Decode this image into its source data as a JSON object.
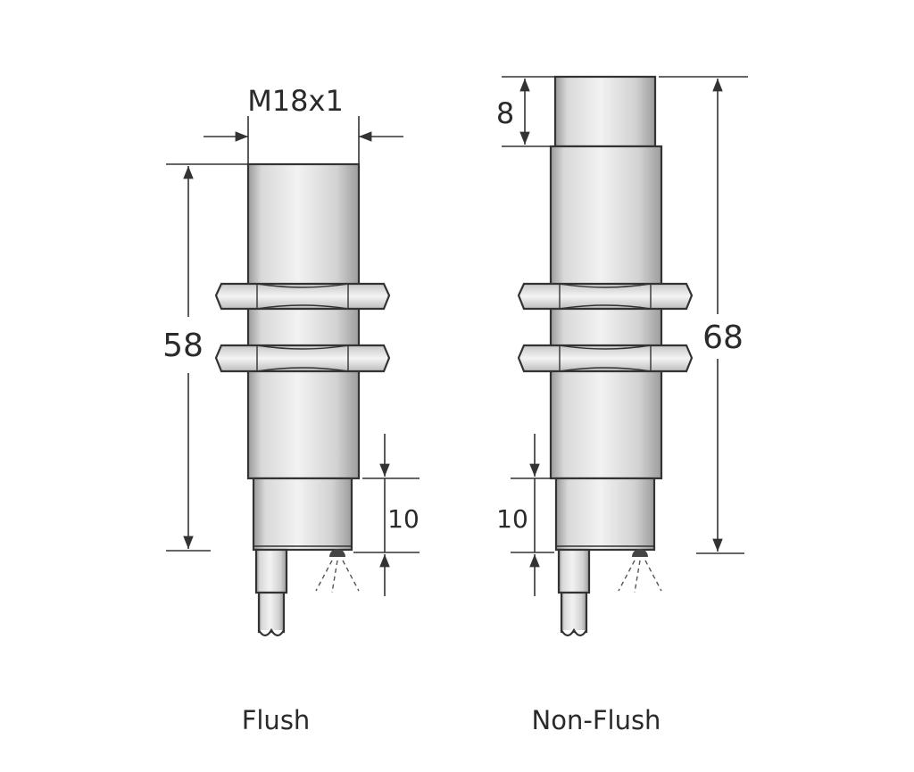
{
  "diagram": {
    "thread_label": "M18x1",
    "flush": {
      "caption": "Flush",
      "length_label": "58",
      "sensing_label": "10"
    },
    "non_flush": {
      "caption": "Non-Flush",
      "cap_label": "8",
      "length_label": "68",
      "sensing_label": "10"
    }
  }
}
